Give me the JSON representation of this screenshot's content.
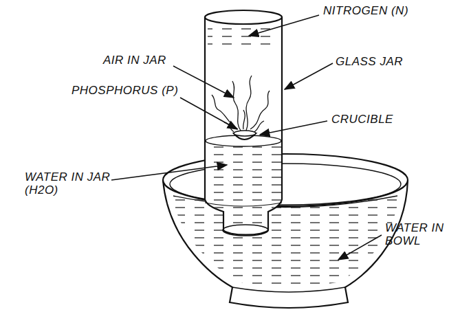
{
  "diagram": {
    "labels": [
      "NITROGEN (N)",
      "AIR IN JAR",
      "GLASS JAR",
      "PHOSPHORUS (P)",
      "CRUCIBLE",
      "WATER IN JAR (H2O)",
      "WATER IN BOWL"
    ]
  }
}
